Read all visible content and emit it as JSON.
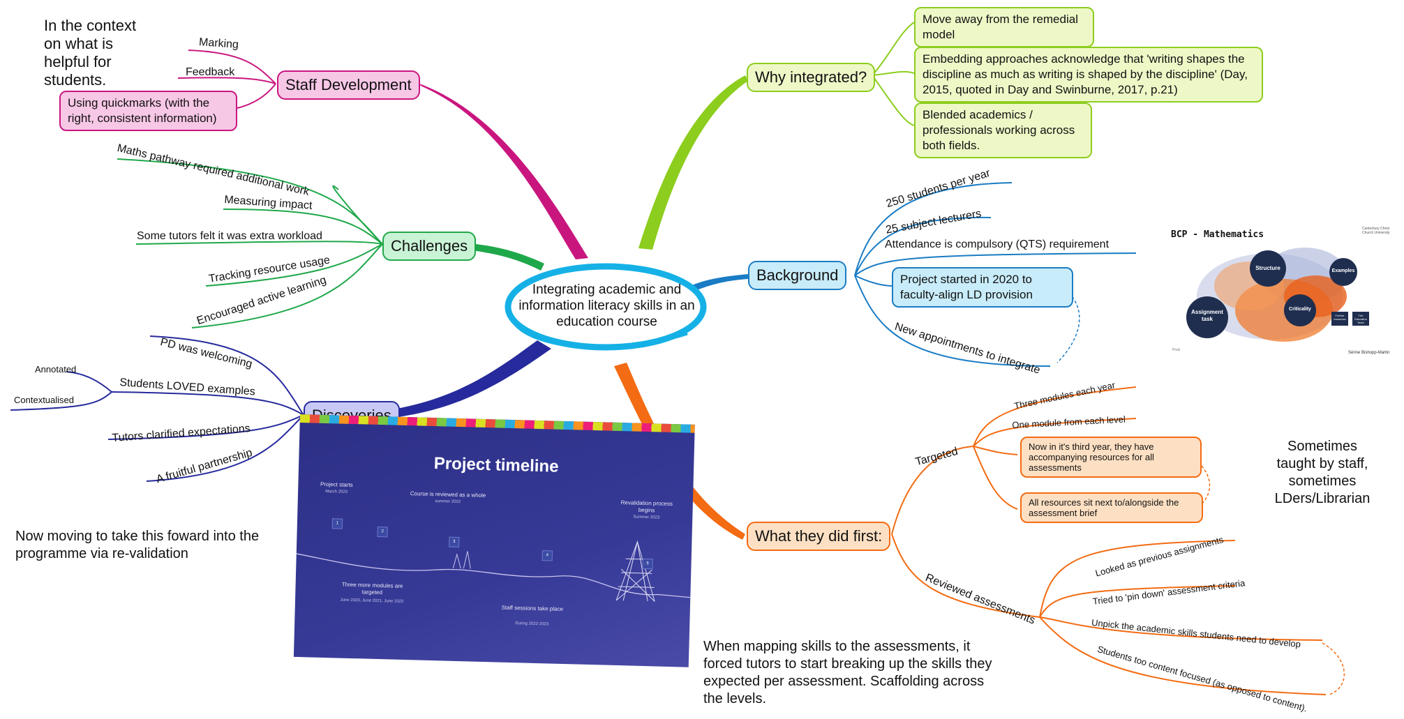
{
  "center": {
    "title": "Integrating academic and information literacy skills in an education course"
  },
  "colors": {
    "pink": "#c9167f",
    "green": "#1fa84a",
    "navy": "#262a9c",
    "lime": "#8ccd1e",
    "blue": "#1a7cc4",
    "orange": "#f36b12",
    "cyan": "#15b1e6"
  },
  "staff_dev": {
    "title": "Staff Development",
    "marking": "Marking",
    "feedback": "Feedback",
    "quickmarks": "Using quickmarks (with the right, consistent information)"
  },
  "challenges": {
    "title": "Challenges",
    "items": [
      "Maths pathway required additional work",
      "Measuring impact",
      "Some tutors felt it was extra workload",
      "Tracking resource usage",
      "Encouraged active learning"
    ]
  },
  "discoveries": {
    "title": "Discoveries",
    "pd": "PD was welcoming",
    "students": "Students LOVED examples",
    "annotated": "Annotated",
    "contextualised": "Contextualised",
    "tutors": "Tutors clarified expectations",
    "partnership": "A fruitful partnership"
  },
  "why": {
    "title": "Why integrated?",
    "items": [
      "Move away from the remedial model",
      "Embedding approaches acknowledge that 'writing shapes the discipline as much as writing is shaped by the discipline' (Day, 2015, quoted in Day and Swinburne, 2017, p.21)",
      "Blended academics / professionals working across both fields."
    ]
  },
  "background": {
    "title": "Background",
    "students": "250 students per year",
    "lecturers": "25 subject lecturers",
    "attendance": "Attendance is compulsory (QTS) requirement",
    "project": "Project started in 2020 to faculty-align LD provision",
    "appointments": "New appointments to integrate"
  },
  "first": {
    "title": "What they did first:",
    "targeted": "Targeted",
    "three": "Three modules each year",
    "one": "One module from each level",
    "third_year": "Now in it's third year, they have accompanying resources for all assessments",
    "resources": "All resources sit next to/alongside the assessment brief",
    "reviewed": "Reviewed assessments",
    "looked": "Looked as previous assignments",
    "pin": "Tried to 'pin down' assessment criteria",
    "unpick": "Unpick the academic skills students need to develop",
    "content": "Students too content focused (as opposed to content)."
  },
  "notes": {
    "context": "In the context on what is helpful for students.",
    "moving": "Now moving to take this foward into the programme via re-validation",
    "mapping": "When mapping skills to the assessments, it forced tutors to start breaking up the skills they expected per assessment. Scaffolding across the levels.",
    "sometimes": "Sometimes taught by staff, sometimes LDers/Librarian"
  },
  "timeline": {
    "title": "Project timeline",
    "starts": "Project starts",
    "starts_date": "March 2020",
    "reviewed": "Course is reviewed as a whole",
    "reviewed_date": "summer 2022",
    "revalidation": "Revalidation process begins",
    "revalidation_date": "Summer 2023",
    "modules": "Three more modules are targeted",
    "modules_date": "June 2020, June 2021, June 2022",
    "staff": "Staff sessions take place",
    "staff_date": "During 2022-2023",
    "steps": [
      "1",
      "2",
      "3",
      "4",
      "5"
    ]
  },
  "bcp": {
    "title": "BCP - Mathematics",
    "university": "Canterbury Christ Church University",
    "structure": "Structure",
    "examples": "Examples",
    "assignment": "Assignment task",
    "criticality": "Criticality",
    "further": "Further resources",
    "team": "The Education Team",
    "author": "Sérine Bishopp-Martin",
    "prezi": "Prezi"
  }
}
